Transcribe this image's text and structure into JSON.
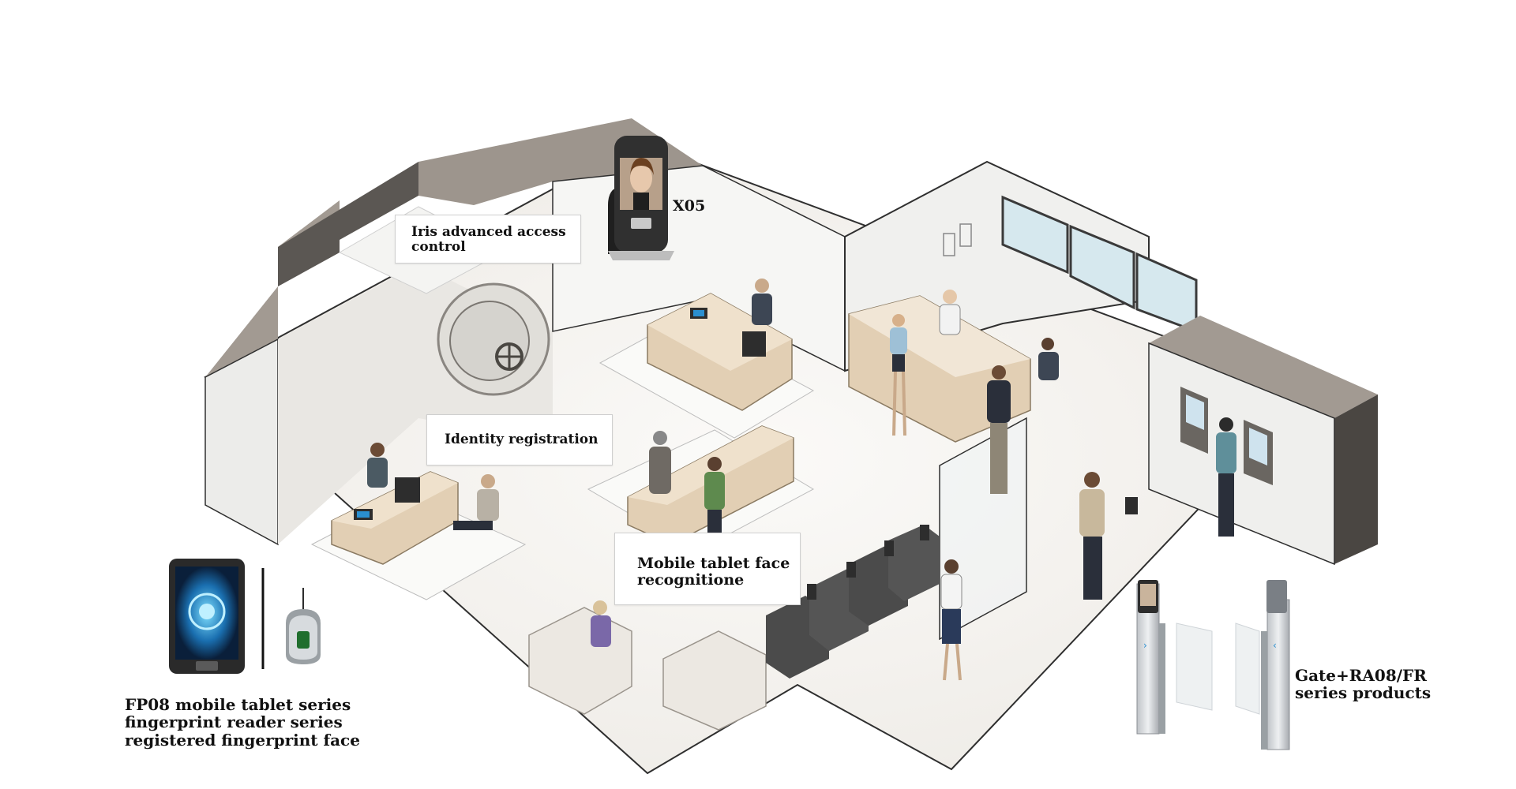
{
  "labels": {
    "iris": [
      "Iris advanced access",
      "control"
    ],
    "x05": "X05",
    "identity": "Identity registration",
    "mobile": [
      "Mobile tablet face",
      "recognitione"
    ],
    "fp08": [
      "FP08 mobile tablet series",
      "fingerprint reader series",
      "registered fingerprint face"
    ],
    "gate": [
      "Gate+RA08/FR",
      "series products"
    ]
  },
  "colors": {
    "floor": "#f3f1ee",
    "wall_light": "#f7f7f5",
    "wall_mid": "#e6e4e0",
    "wall_dark": "#5b5753",
    "wall_top": "#a29a92",
    "desk_wood": "#e2cfb4",
    "device_dark": "#2d2d2d",
    "glass": "#d6e8ee",
    "accent_blue": "#2a8fd0"
  }
}
